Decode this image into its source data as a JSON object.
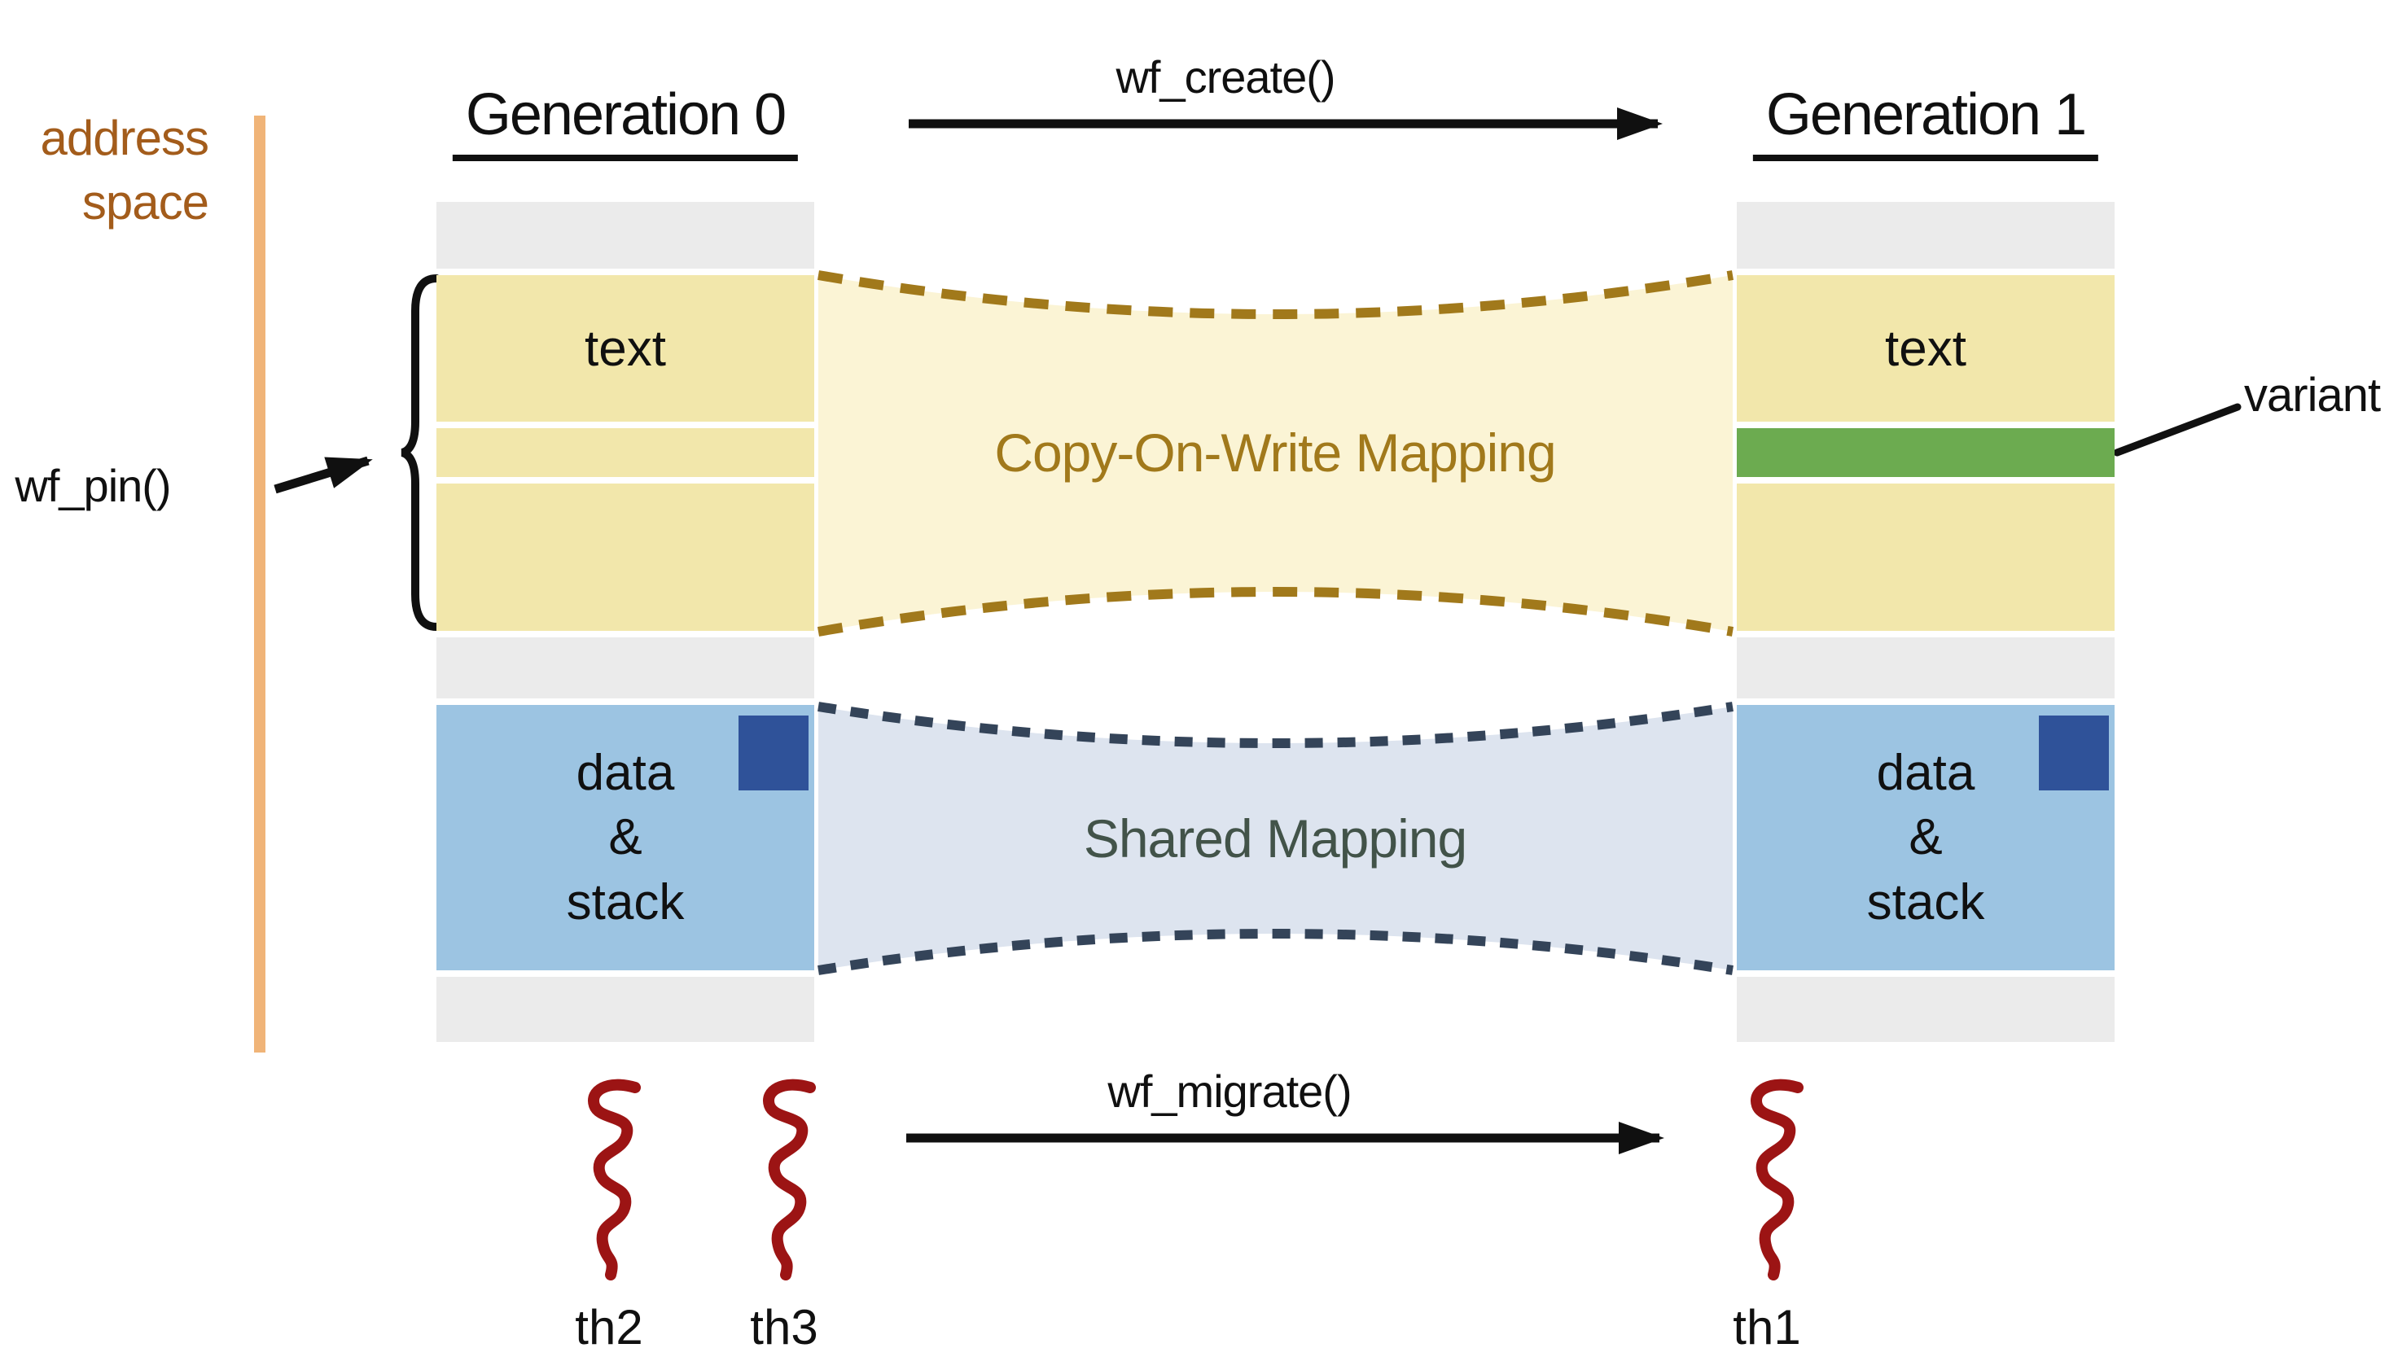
{
  "diagram": {
    "axis_label": {
      "line1": "address",
      "line2": "space"
    },
    "generations": [
      {
        "title": "Generation 0",
        "threads": [
          "th2",
          "th3"
        ]
      },
      {
        "title": "Generation 1",
        "threads": [
          "th1"
        ]
      }
    ],
    "operations": {
      "create": "wf_create()",
      "pin": "wf_pin()",
      "migrate": "wf_migrate()"
    },
    "mappings": {
      "cow": "Copy-On-Write Mapping",
      "shared": "Shared Mapping"
    },
    "blocks": {
      "text": "text",
      "data_stack": [
        "data",
        "&",
        "stack"
      ],
      "variant": "variant"
    },
    "colors": {
      "text_segment": "#f2e7ab",
      "cow_band": "#fbf4d5",
      "cow_accent": "#a1791b",
      "data_segment": "#9cc4e2",
      "shared_band": "#dde4ef",
      "shared_accent": "#344459",
      "shared_text": "#425349",
      "reserved": "#ebebeb",
      "variant_block": "#6cab50",
      "tls_block": "#2f5299",
      "thread": "#9c1414",
      "axis_line": "#f0b478",
      "axis_text": "#a35c1b"
    }
  }
}
